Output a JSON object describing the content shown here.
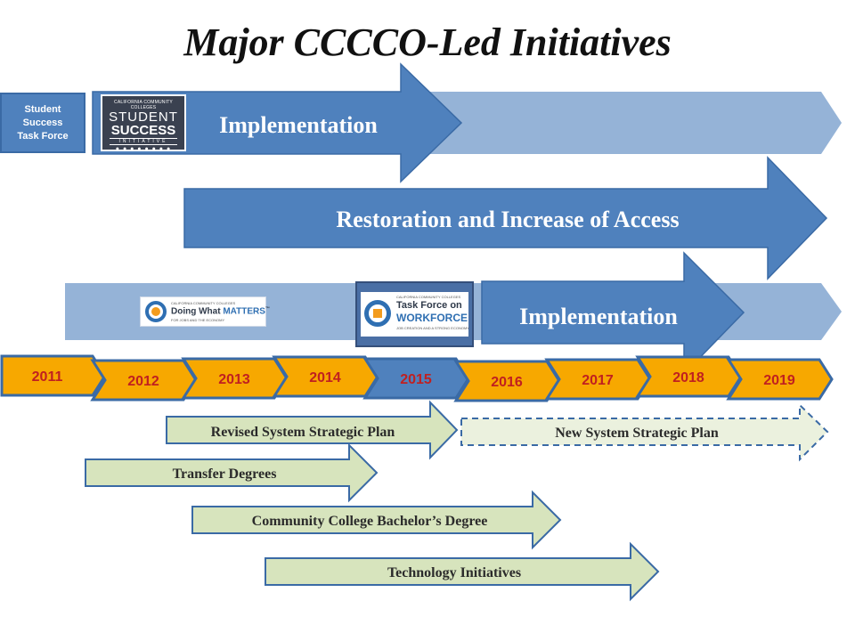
{
  "title": "Major CCCCO-Led Initiatives",
  "task_force": {
    "line1": "Student",
    "line2": "Success",
    "line3": "Task Force"
  },
  "ssi_logo": {
    "small": "CALIFORNIA COMMUNITY COLLEGES",
    "line1": "STUDENT",
    "line2": "SUCCESS",
    "line3": "INITIATIVE",
    "dots": "● ● ● ● ● ● ● ●"
  },
  "arrows": {
    "implementation_top": "Implementation",
    "restoration": "Restoration and Increase of Access",
    "implementation_mid": "Implementation"
  },
  "dwm_logo": {
    "small": "CALIFORNIA COMMUNITY COLLEGES",
    "main_a": "Doing What ",
    "main_b": "MATTERS",
    "tm": "™",
    "sub": "FOR JOBS AND THE ECONOMY"
  },
  "tfw_logo": {
    "small": "CALIFORNIA COMMUNITY COLLEGES",
    "line1": "Task Force on",
    "line2": "WORKFORCE",
    "line3": "JOB CREATION AND A STRONG ECONOMY"
  },
  "timeline": {
    "years": [
      "2011",
      "2012",
      "2013",
      "2014",
      "2015",
      "2016",
      "2017",
      "2018",
      "2019"
    ],
    "highlight": "2015"
  },
  "initiatives": {
    "revised_plan": "Revised System Strategic Plan",
    "new_plan": "New System Strategic Plan",
    "transfer": "Transfer Degrees",
    "bachelors": "Community College Bachelor’s Degree",
    "technology": "Technology Initiatives"
  },
  "colors": {
    "dark_blue": "#4f81bd",
    "light_blue": "#95b3d7",
    "year_fill": "#f7a800",
    "year_highlight": "#4f81bd",
    "year_text": "#c02020",
    "green_fill": "#d7e4bd",
    "green_stroke": "#3a6aa5"
  }
}
